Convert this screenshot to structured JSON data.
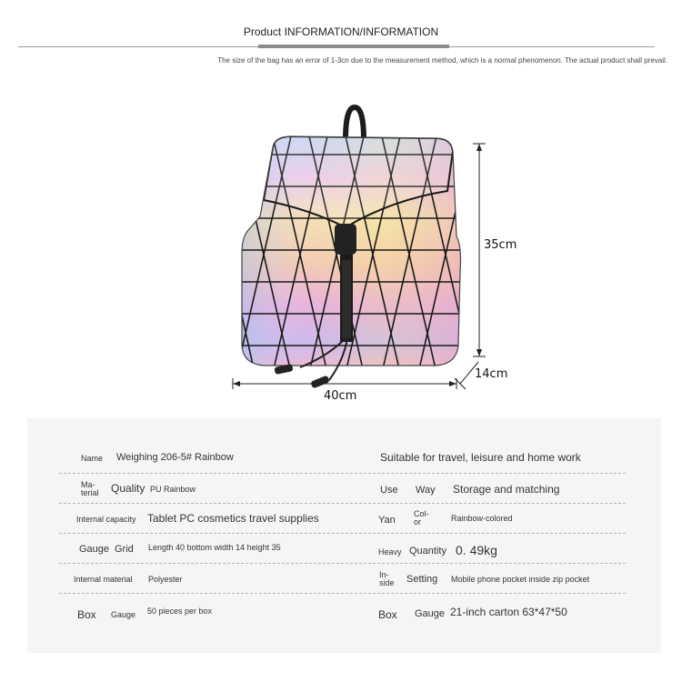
{
  "header": {
    "title": "Product INFORMATION/INFORMATION",
    "disclaimer": "The size of the bag has an error of 1-3cn due to the measurement method, which is a normal phenomenon. The actual product shall prevail."
  },
  "dimensions": {
    "height": "35cm",
    "depth": "14cm",
    "width": "40cm"
  },
  "specs": {
    "r1": {
      "l1": "Name",
      "l2": "Weighing 206-5# Rainbow",
      "r": "Suitable for travel, leisure and home work"
    },
    "r2": {
      "l1a": "Ma-",
      "l1b": "terial",
      "l2": "Quality",
      "l3": "PU Rainbow",
      "r1": "Use",
      "r2": "Way",
      "r3": "Storage and matching"
    },
    "r3": {
      "l1": "Internal capacity",
      "l2": "Tablet PC cosmetics travel supplies",
      "r1": "Yan",
      "r2a": "Col-",
      "r2b": "or",
      "r3": "Rainbow-colored"
    },
    "r4": {
      "l1": "Gauge",
      "l2": "Grid",
      "l3": "Length 40 bottom width 14 height 35",
      "r1": "Heavy",
      "r2": "Quantity",
      "r3": "0. 49kg"
    },
    "r5": {
      "l1": "Internal material",
      "l2": "Polyester",
      "r1a": "In-",
      "r1b": "side",
      "r2": "Setting",
      "r3": "Mobile phone pocket inside zip pocket"
    },
    "r6": {
      "l1": "Box",
      "l2": "Gauge",
      "l3": "50 pieces per box",
      "r1": "Box",
      "r2": "Gauge",
      "r3": "21-inch carton 63*47*50"
    }
  }
}
